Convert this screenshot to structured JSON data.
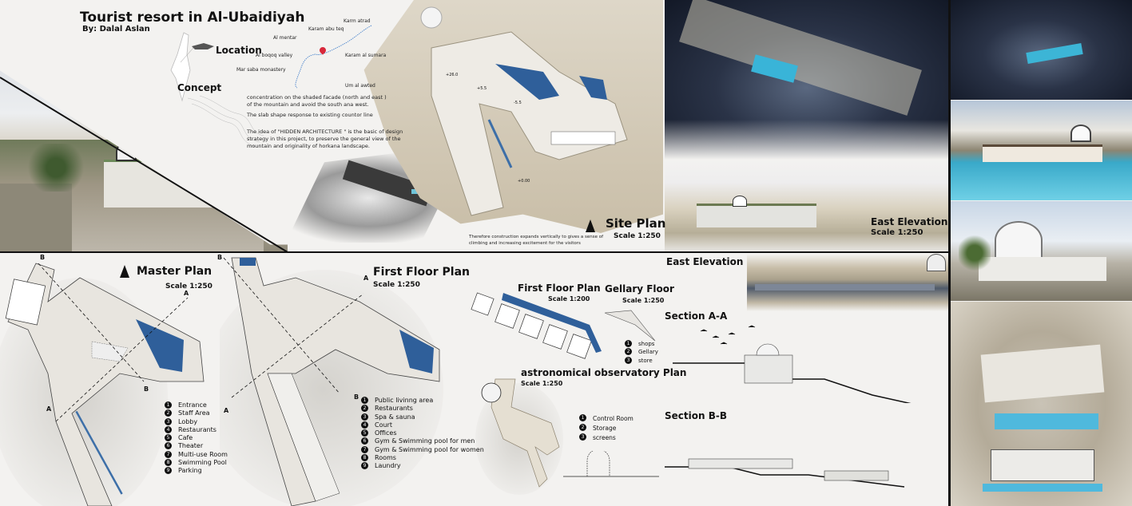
{
  "header": {
    "title": "Tourist resort in Al-Ubaidiyah",
    "author": "By: Dalal Aslan"
  },
  "location": {
    "heading": "Location",
    "places": [
      "Karm atrad",
      "Karam abu teq",
      "Al mentar",
      "Al boqoq valley",
      "Karam al sumara",
      "Mar saba monastery",
      "Um al awted"
    ],
    "marker_color": "#d8283a"
  },
  "concept": {
    "heading": "Concept",
    "paragraphs": [
      "concentration on the shaded facade (north and east ) of the mountain and avoid the south ana west.",
      "The slab shape response to existing countor line",
      "The idea of \"HIDDEN ARCHITECTURE \" is the basic of design strategy in this project, to preserve the general view of the mountain and originality of horkana landscape."
    ]
  },
  "site_plan": {
    "title": "Site Plan",
    "scale": "Scale 1:250",
    "north": "N",
    "note": "Therefore construction expands vertically to gives a sense of climbing and increasing excitement for the visitors",
    "levels": [
      "+26.0",
      "+5.5",
      "-5.5",
      "+0.00"
    ]
  },
  "east_elevation_top": {
    "title": "East Elevation",
    "scale": "Scale 1:250"
  },
  "master_plan": {
    "title": "Master Plan",
    "scale": "Scale 1:250",
    "north": "N",
    "section_marks": [
      "A",
      "A",
      "B",
      "B"
    ],
    "legend": [
      "Entrance",
      "Staff Area",
      "Lobby",
      "Restaurants",
      "Cafe",
      "Theater",
      "Multi-use Room",
      "Swimming Pool",
      "Parking"
    ]
  },
  "first_floor_plan": {
    "title": "First Floor Plan",
    "scale": "Scale 1:250",
    "section_marks": [
      "A",
      "A",
      "B",
      "B"
    ],
    "legend": [
      "Public livinng area",
      "Restaurants",
      "Spa & sauna",
      "Court",
      "Offices",
      "Gym & Swimming pool for men",
      "Gym & Swimming pool for women",
      "Rooms",
      "Laundry"
    ]
  },
  "first_floor_rooms": {
    "title": "First Floor Plan",
    "scale": "Scale 1:200"
  },
  "gallery_floor": {
    "title": "Gellary Floor",
    "scale": "Scale 1:250",
    "legend": [
      "shops",
      "Gellary",
      "store"
    ]
  },
  "observatory_plan": {
    "title": "astronomical observatory Plan",
    "scale": "Scale 1:250",
    "legend": [
      "Control Room",
      "Storage",
      "screens"
    ]
  },
  "east_elevation_bottom": {
    "title": "East Elevation"
  },
  "section_aa": {
    "title": "Section A-A"
  },
  "section_bb": {
    "title": "Section B-B"
  },
  "colors": {
    "pool": "#2f5f9a",
    "sand": "#cbbfa8",
    "divider": "#111111"
  }
}
